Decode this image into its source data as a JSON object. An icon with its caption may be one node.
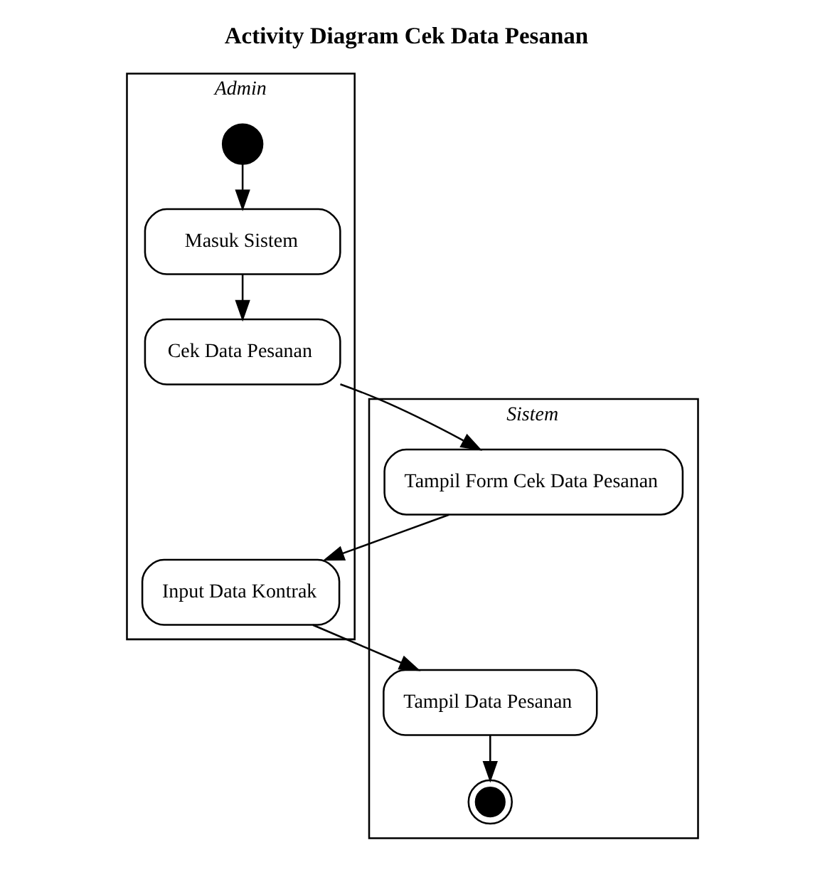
{
  "diagram": {
    "title": "Activity Diagram Cek Data Pesanan",
    "nodes": [
      {
        "text": [
          "Admin"
        ]
      },
      {
        "text": [
          "Sistem"
        ]
      },
      {
        "text": [],
        "shape": "circle",
        "in": 0
      },
      {
        "text": [
          "Masuk Sistem"
        ],
        "in": 0
      },
      {
        "text": [
          "Cek Data Pesanan"
        ],
        "in": 0
      },
      {
        "text": [
          "Input Data Kontrak"
        ],
        "in": 0
      },
      {
        "text": [
          "Tampil Form Cek Data Pesanan"
        ],
        "in": 1
      },
      {
        "text": [
          "Tampil Data Pesanan"
        ],
        "in": 1
      },
      {
        "text": [],
        "shape": "circle",
        "in": 1
      }
    ],
    "edges": [
      {
        "from": 2,
        "to": 3,
        "arrow": "to"
      },
      {
        "from": 3,
        "to": 4,
        "arrow": "to"
      },
      {
        "from": 4,
        "to": 6,
        "arrow": "to"
      },
      {
        "from": 6,
        "to": 5,
        "arrow": "to"
      },
      {
        "from": 5,
        "to": 7,
        "arrow": "to"
      },
      {
        "from": 7,
        "to": 8,
        "arrow": "to"
      }
    ]
  }
}
